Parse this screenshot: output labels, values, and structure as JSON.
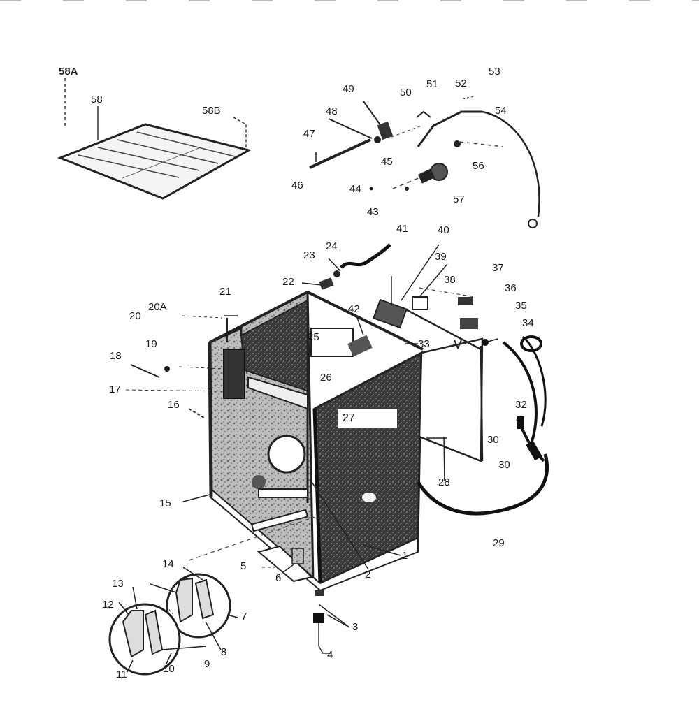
{
  "labels": {
    "l58A": "58A",
    "l58": "58",
    "l58B": "58B",
    "l49": "49",
    "l48": "48",
    "l47": "47",
    "l46": "46",
    "l45": "45",
    "l44": "44",
    "l43": "43",
    "l50": "50",
    "l51": "51",
    "l52": "52",
    "l53": "53",
    "l54": "54",
    "l56": "56",
    "l57": "57",
    "l41": "41",
    "l40": "40",
    "l39": "39",
    "l38": "38",
    "l37": "37",
    "l36": "36",
    "l35": "35",
    "l34": "34",
    "l33": "33",
    "l32": "32",
    "l30a": "30",
    "l30b": "30",
    "l29": "29",
    "l28": "28",
    "l27": "27",
    "l26": "26",
    "l25": "25",
    "l24": "24",
    "l23": "23",
    "l22": "22",
    "l42": "42",
    "l21": "21",
    "l20": "20",
    "l20A": "20A",
    "l19": "19",
    "l18": "18",
    "l17": "17",
    "l16": "16",
    "l15": "15",
    "l14": "14",
    "l13": "13",
    "l12": "12",
    "l11": "11",
    "l10": "10",
    "l9": "9",
    "l8": "8",
    "l7": "7",
    "l6": "6",
    "l5": "5",
    "l4": "4",
    "l3": "3",
    "l2": "2",
    "l1": "1"
  }
}
